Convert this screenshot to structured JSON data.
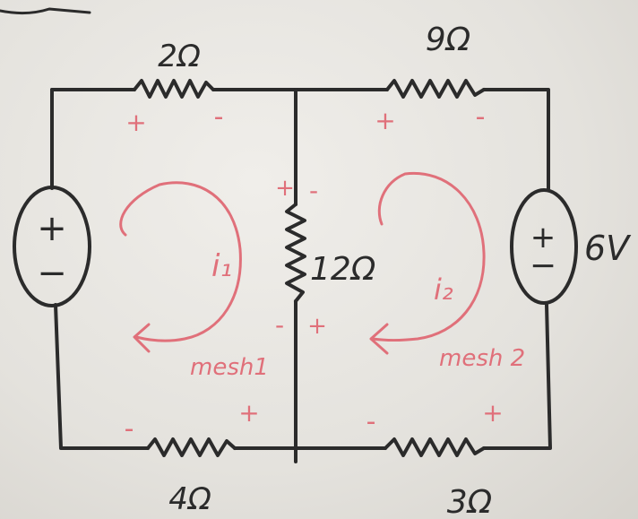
{
  "resistors": {
    "top_left": "2Ω",
    "top_right": "9Ω",
    "middle": "12Ω",
    "bottom_left": "4Ω",
    "bottom_right": "3Ω"
  },
  "sources": {
    "right_value": "6V",
    "polarity_plus": "+",
    "polarity_minus": "−"
  },
  "meshes": {
    "mesh1_current": "i₁",
    "mesh1_label": "mesh1",
    "mesh2_current": "i₂",
    "mesh2_label": "mesh 2"
  },
  "signs": {
    "plus": "+",
    "minus": "-"
  },
  "colors": {
    "ink": "#2b2b2b",
    "annotation": "#e0707a",
    "paper": "#e6e4df"
  }
}
